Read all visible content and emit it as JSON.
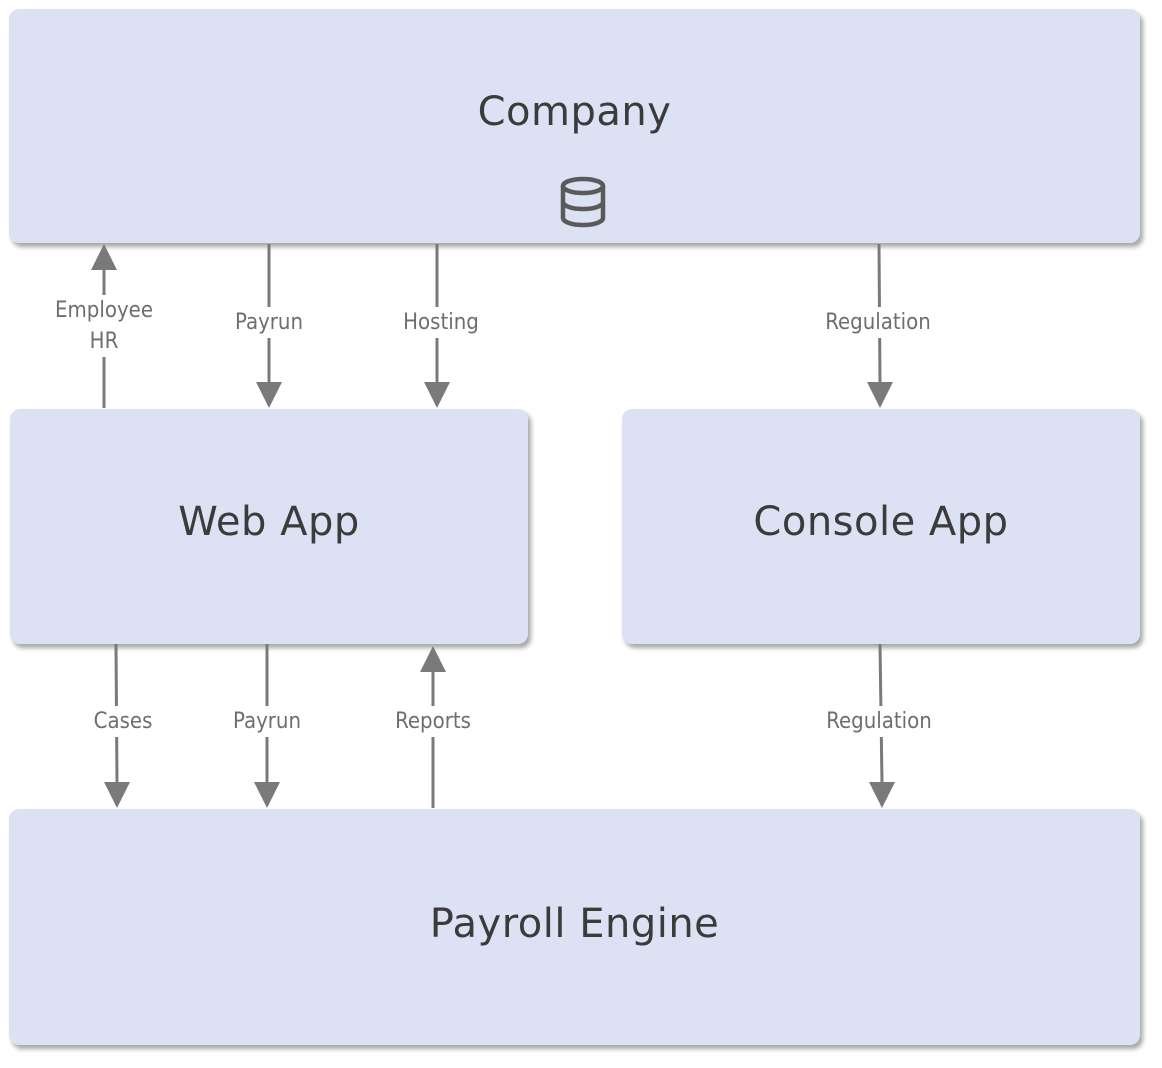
{
  "boxes": {
    "company": "Company",
    "web_app": "Web App",
    "console_app": "Console App",
    "payroll_engine": "Payroll Engine"
  },
  "icons": {
    "company": "database-icon"
  },
  "connectors": {
    "employee": "Employee",
    "hr": "HR",
    "payrun_top": "Payrun",
    "hosting": "Hosting",
    "regulation_top": "Regulation",
    "cases": "Cases",
    "payrun_bottom": "Payrun",
    "reports": "Reports",
    "regulation_bottom": "Regulation"
  },
  "colors": {
    "box_fill": "#dce2f3",
    "box_text": "#3b3b3b",
    "arrow": "#7a7a7a",
    "label_text": "#6e6e6e"
  }
}
